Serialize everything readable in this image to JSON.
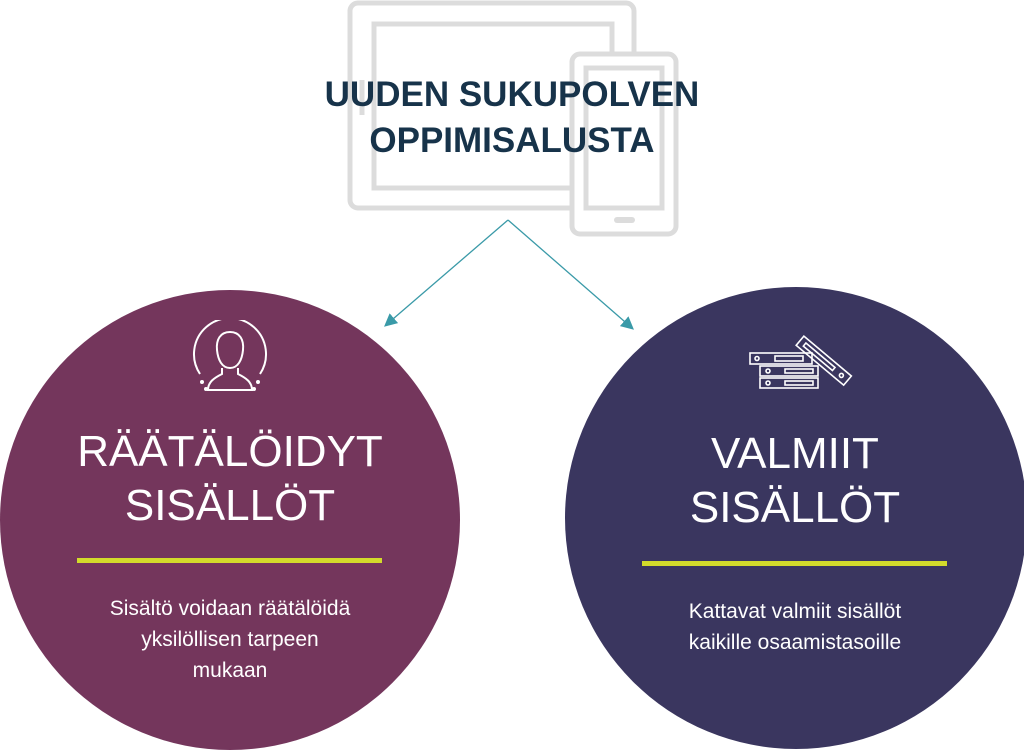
{
  "title": {
    "line1": "UUDEN SUKUPOLVEN",
    "line2": "OPPIMISALUSTA"
  },
  "left": {
    "heading1": "RÄÄTÄLÖIDYT",
    "heading2": "SISÄLLÖT",
    "desc1": "Sisältö voidaan räätälöidä",
    "desc2": "yksilöllisen tarpeen",
    "desc3": "mukaan",
    "icon": "user-icon"
  },
  "right": {
    "heading1": "VALMIIT",
    "heading2": "SISÄLLÖT",
    "desc1": "Kattavat valmiit sisällöt",
    "desc2": "kaikille osaamistasoille",
    "icon": "stacked-documents-icon"
  },
  "colors": {
    "left": "#74365c",
    "right": "#3a365f",
    "accent": "#d2db2b",
    "arrow": "#3a9aa8",
    "title": "#17334a"
  }
}
